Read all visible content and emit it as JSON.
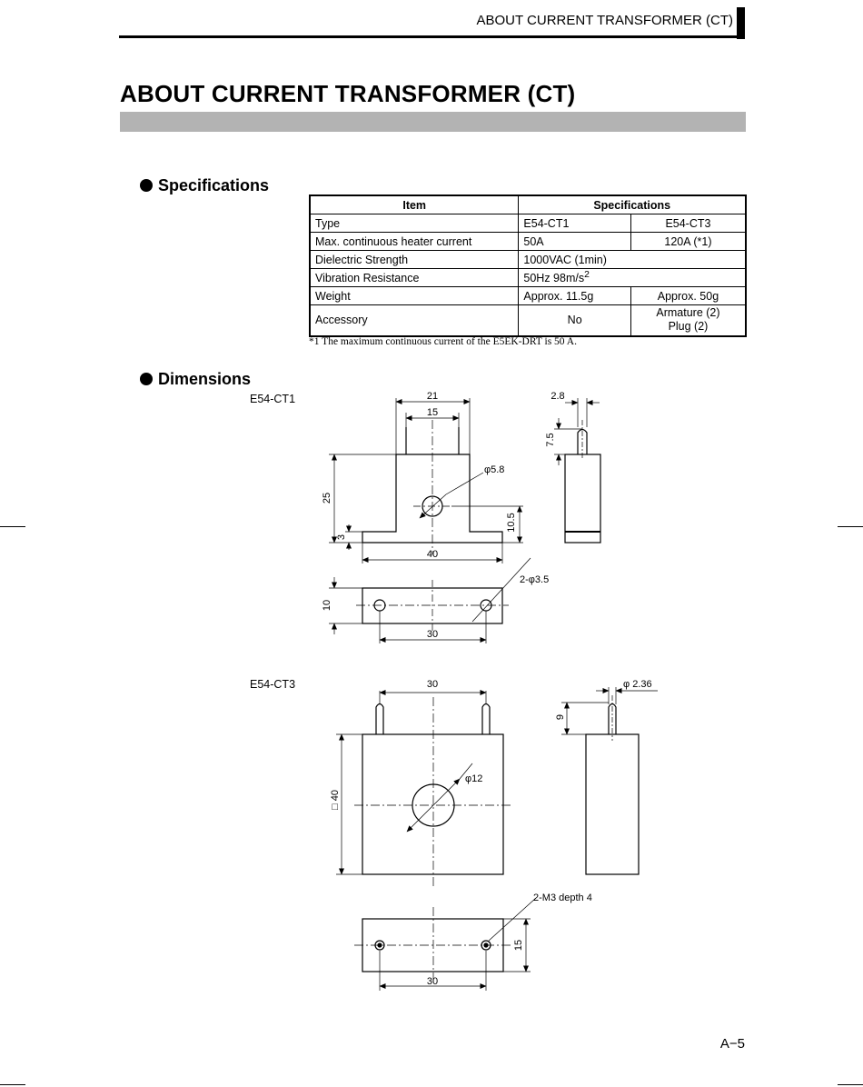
{
  "header": {
    "running_title": "ABOUT CURRENT TRANSFORMER (CT)"
  },
  "page_title": "ABOUT CURRENT TRANSFORMER (CT)",
  "sections": {
    "specifications": "Specifications",
    "dimensions": "Dimensions"
  },
  "spec_table": {
    "headers": [
      "Item",
      "Specifications"
    ],
    "rows": [
      {
        "item": "Type",
        "ct1": "E54-CT1",
        "ct3": "E54-CT3"
      },
      {
        "item": "Max. continuous heater current",
        "ct1": "50A",
        "ct3": "120A (*1)"
      },
      {
        "item": "Dielectric Strength",
        "both": "1000VAC (1min)"
      },
      {
        "item": "Vibration Resistance",
        "both": "50Hz 98m/s",
        "both_sup": "2"
      },
      {
        "item": "Weight",
        "ct1": "Approx. 11.5g",
        "ct3": "Approx. 50g"
      },
      {
        "item": "Accessory",
        "ct1": "No",
        "ct3_line1": "Armature (2)",
        "ct3_line2": "Plug (2)"
      }
    ]
  },
  "footnote": "*1 The maximum continuous current of the E5EK-DRT is 50 A.",
  "drawings": {
    "ct1": {
      "label": "E54-CT1",
      "dims": {
        "w21": "21",
        "w15": "15",
        "d58": "φ5.8",
        "h25": "25",
        "h3": "3",
        "h105": "10.5",
        "w40": "40",
        "w28": "2.8",
        "h75": "7.5",
        "h10": "10",
        "holes": "2-φ3.5",
        "w30": "30"
      }
    },
    "ct3": {
      "label": "E54-CT3",
      "dims": {
        "w30": "30",
        "d12": "φ12",
        "sq40": "□ 40",
        "d236": "φ 2.36",
        "h9": "9",
        "tap": "2-M3 depth 4",
        "h15": "15",
        "w30b": "30"
      }
    }
  },
  "page_number": "A−5"
}
